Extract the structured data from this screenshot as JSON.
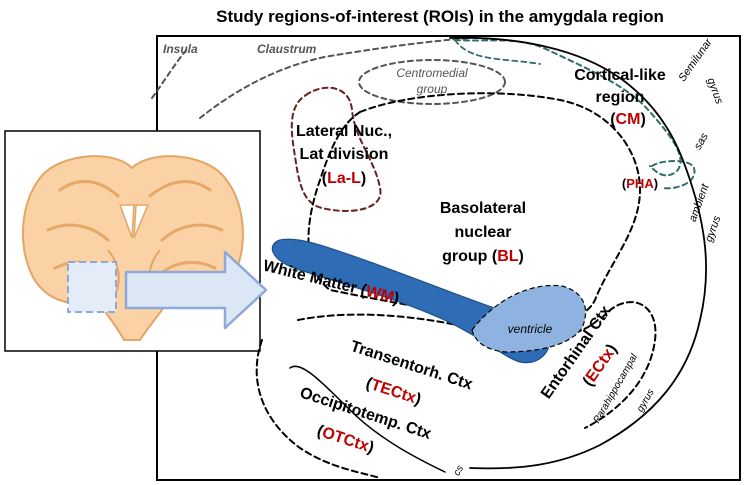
{
  "title": "Study regions-of-interest (ROIs) in the amygdala region",
  "colors": {
    "roi_abbrev": "#c00000",
    "white_matter": "#2e6db5",
    "teal_outline": "#2f6f6a",
    "lateral_outline": "#6b1f1f",
    "brain_fill": "#fbd2a5",
    "brain_outline": "#e3a664",
    "arrow_fill": "#dce7f6",
    "arrow_stroke": "#8ea9d8"
  },
  "anatomy_labels": {
    "insula": "Insula",
    "claustrum": "Claustrum",
    "centromedial_l1": "Centromedial",
    "centromedial_l2": "group",
    "semilunar_l1": "Semilunar",
    "semilunar_l2": "gyrus",
    "sas": "sas",
    "ambient_l1": "ambient",
    "ambient_l2": "gyrus",
    "ventricle": "ventricle",
    "parahippocampal_l1": "Parahippocampal",
    "parahippocampal_l2": "gyrus",
    "cs": "cs"
  },
  "rois": {
    "cortical_like": {
      "line1": "Cortical-like",
      "line2": "region",
      "abbrev": "CM"
    },
    "lateral": {
      "line1": "Lateral Nuc.,",
      "line2": "Lat division",
      "abbrev": "La-L"
    },
    "pha": {
      "abbrev": "PHA"
    },
    "basolateral": {
      "line1": "Basolateral",
      "line2": "nuclear",
      "line3": "group",
      "abbrev": "BL"
    },
    "white_matter": {
      "label": "White Matter",
      "abbrev": "WM"
    },
    "transentorhinal": {
      "label": "Transentorh. Ctx",
      "abbrev": "TECtx"
    },
    "entorhinal": {
      "label": "Entorhinal Ctx",
      "abbrev": "ECtx"
    },
    "occipitotemporal": {
      "label": "Occipitotemp. Ctx",
      "abbrev": "OTCtx"
    }
  },
  "punct": {
    "open": "(",
    "close": ")"
  }
}
